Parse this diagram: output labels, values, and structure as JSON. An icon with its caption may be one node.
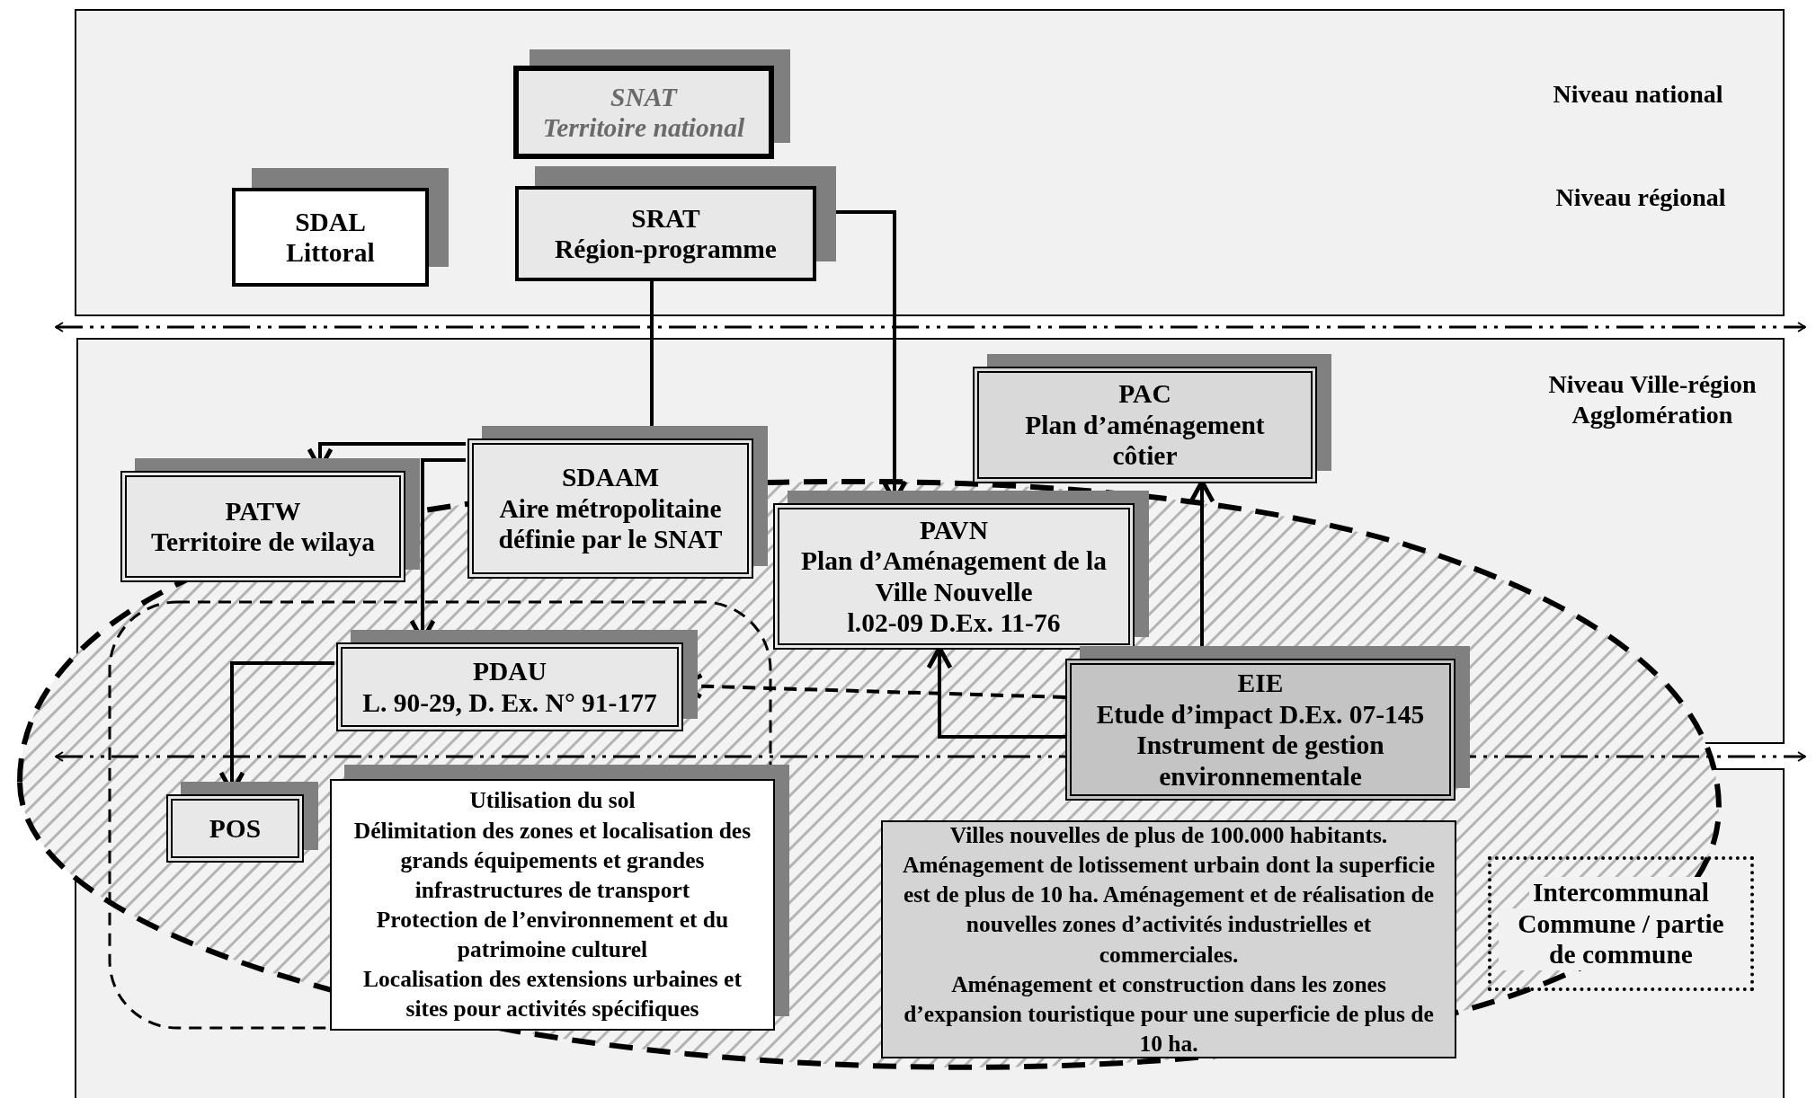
{
  "diagram": {
    "nodes": [
      {
        "text": [
          "Niveau national",
          "Niveau régional"
        ]
      },
      {
        "text": [
          "SNAT",
          "Territoire national"
        ],
        "in": 0
      },
      {
        "text": [
          "SDAL",
          "Littoral"
        ],
        "in": 0
      },
      {
        "text": [
          "SRAT",
          "Région-programme"
        ],
        "in": 0
      },
      {
        "text": [
          "Niveau Ville-région Agglomération"
        ]
      },
      {
        "text": [
          "PAC",
          "Plan d’aménagement côtier"
        ],
        "in": 4
      },
      {
        "text": [
          "PATW",
          "Territoire de wilaya"
        ],
        "in": 4
      },
      {
        "text": [
          "SDAAM",
          "Aire métropolitaine définie par le SNAT"
        ],
        "in": 4
      },
      {
        "text": [
          "PAVN",
          "Plan d’Aménagement de la Ville Nouvelle",
          "l.02-09 D.Ex. 11-76"
        ],
        "in": 4
      },
      {
        "text": [
          "PDAU",
          "L. 90-29, D. Ex. N° 91-177"
        ],
        "in": 4
      },
      {
        "text": [
          "EIE",
          "Etude d’impact D.Ex. 07-145",
          "Instrument de gestion environnementale"
        ]
      },
      {
        "text": [],
        "shape": "box"
      },
      {
        "text": [
          "POS"
        ],
        "in": 11
      },
      {
        "text": [
          "Utilisation du sol",
          "Délimitation des zones et localisation des grands équipements et grandes infrastructures de transport",
          "Protection de l’environnement et du patrimoine culturel",
          "Localisation des extensions urbaines et sites pour activités spécifiques"
        ],
        "in": 11
      },
      {
        "text": [
          "Villes nouvelles de plus de 100.000 habitants. Aménagement de lotissement urbain dont la superficie est de plus de 10 ha. Aménagement et de réalisation de nouvelles zones d’activités industrielles et commerciales.",
          "Aménagement et construction dans les zones d’expansion touristique pour une superficie de plus de 10 ha."
        ],
        "in": 11
      },
      {
        "text": [
          "Intercommunal",
          "Commune / partie de commune"
        ],
        "in": 11
      }
    ],
    "edges": [
      {
        "from": 3,
        "to": 7,
        "arrow": "none"
      },
      {
        "from": 7,
        "to": 6,
        "arrow": "to"
      },
      {
        "from": 7,
        "to": 9,
        "arrow": "to"
      },
      {
        "from": 3,
        "to": 8,
        "arrow": "to"
      },
      {
        "from": 9,
        "to": 12,
        "arrow": "to"
      },
      {
        "from": 10,
        "to": 9,
        "arrow": "to",
        "style": "dashed"
      },
      {
        "from": 10,
        "to": 8,
        "arrow": "to"
      },
      {
        "from": 10,
        "to": 5,
        "arrow": "to"
      }
    ]
  }
}
